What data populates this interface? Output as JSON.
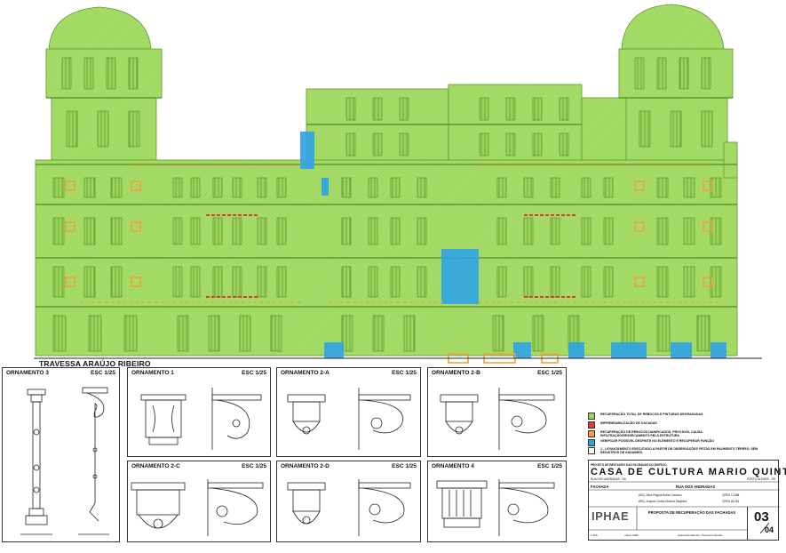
{
  "facade": {
    "street_label": "TRAVESSA ARAÚJO RIBEIRO"
  },
  "ornaments": [
    {
      "title": "ORNAMENTO 3",
      "scale": "ESC 1/25"
    },
    {
      "title": "ORNAMENTO 1",
      "scale": "ESC 1/25"
    },
    {
      "title": "ORNAMENTO 2-A",
      "scale": "ESC 1/25"
    },
    {
      "title": "ORNAMENTO 2-B",
      "scale": "ESC 1/25"
    },
    {
      "title": "ORNAMENTO 2-C",
      "scale": "ESC 1/25"
    },
    {
      "title": "ORNAMENTO 2-D",
      "scale": "ESC 1/25"
    },
    {
      "title": "ORNAMENTO 4",
      "scale": "ESC 1/25"
    }
  ],
  "legend": [
    {
      "color": "#9bd75a",
      "text": "RECUPERAÇÃO TOTAL DE REBOCOS E PINTURAS DEGRADADAS."
    },
    {
      "color": "#e03b3b",
      "text": "IMPERMEABILIZAÇÃO DE SACADAS"
    },
    {
      "color": "#f2a03a",
      "text": "RECUPERAÇÃO DE REBOCOS DANIFICADOS, PROVÁVEL CAUSA: INFILTRAÇÃO/RESSECAMENTO PELA ESTRUTURA"
    },
    {
      "color": "#2fa3e6",
      "text": "VERIFICAR POSSÍVEL DESPINTE NO ELEMENTO E RECUPERAR FUNÇÃO"
    },
    {
      "color": "#ffffff",
      "text": "1 - LEVANTAMENTO EXECUTADO A PARTIR DE OBSERVAÇÕES FEITAS EM PAVIMENTO TÉRREO, SEM REGISTROS DE ANDAIMES."
    }
  ],
  "title_block": {
    "project_line": "PROJETO DE RESTAURO DAS FACHADAS DO EDIFÍCIO",
    "building": "CASA DE CULTURA MARIO QUINTANA",
    "address": "RUA DOS ANDRADAS, 736",
    "city": "PORTO ALEGRE - RS",
    "drawing_desc": "FACHADA",
    "street": "RUA DOS ANDRADAS",
    "author1": "ARQ. Alice Regina Botão Cardoso",
    "crea1": "CREA 71.888",
    "author2": "ARQ. Arquea Corrêa Silveira Siegfried",
    "crea2": "CREA 28.261",
    "logo": "IPHAE",
    "proposal": "PROPOSTA DE RECUPERAÇÃO DAS FACHADAS",
    "sheet_no": "03",
    "sheet_total": "04",
    "scale": "1:200",
    "date": "março 2009",
    "drafted": "Aparecido Mendes / Áurea Fernandes"
  },
  "colors": {
    "facade_fill": "#a8dc6a",
    "facade_hatch": "#7cbf3c",
    "damage_blue": "#2fa3e6",
    "damage_orange": "#f2a03a",
    "damage_red": "#e03b3b"
  }
}
